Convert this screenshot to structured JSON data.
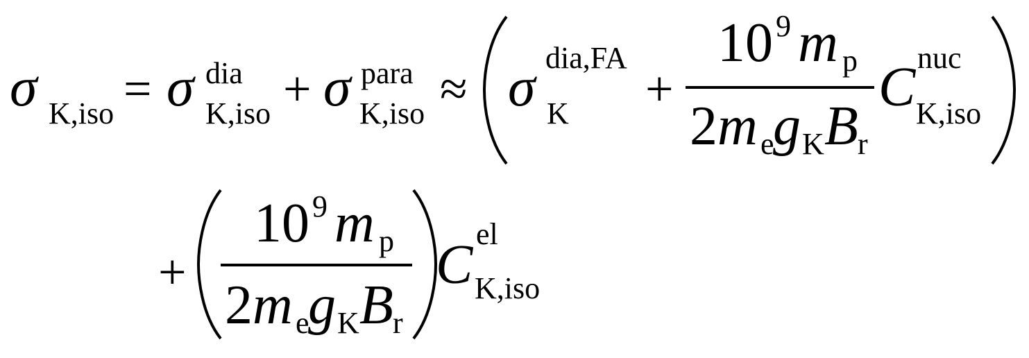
{
  "equation": {
    "line1": {
      "lhs": {
        "base": "σ",
        "sub": "K,iso"
      },
      "eq": "=",
      "term1": {
        "base": "σ",
        "sup": "dia",
        "sub": "K,iso"
      },
      "plus1": "+",
      "term2": {
        "base": "σ",
        "sup": "para",
        "sub": "K,iso"
      },
      "approx": "≈",
      "term3": {
        "base": "σ",
        "sup": "dia,FA",
        "sub": "K"
      },
      "plus2": "+",
      "frac": {
        "num_coef": "10",
        "num_exp": "9",
        "num_var": "m",
        "num_var_sub": "p",
        "den_coef": "2",
        "den_m": "m",
        "den_m_sub": "e",
        "den_g": "g",
        "den_g_sub": "K",
        "den_B": "B",
        "den_B_sub": "r"
      },
      "term4": {
        "base": "C",
        "sup": "nuc",
        "sub": "K,iso"
      }
    },
    "line2": {
      "plus": "+",
      "frac": {
        "num_coef": "10",
        "num_exp": "9",
        "num_var": "m",
        "num_var_sub": "p",
        "den_coef": "2",
        "den_m": "m",
        "den_m_sub": "e",
        "den_g": "g",
        "den_g_sub": "K",
        "den_B": "B",
        "den_B_sub": "r"
      },
      "term": {
        "base": "C",
        "sup": "el",
        "sub": "K,iso"
      }
    }
  }
}
